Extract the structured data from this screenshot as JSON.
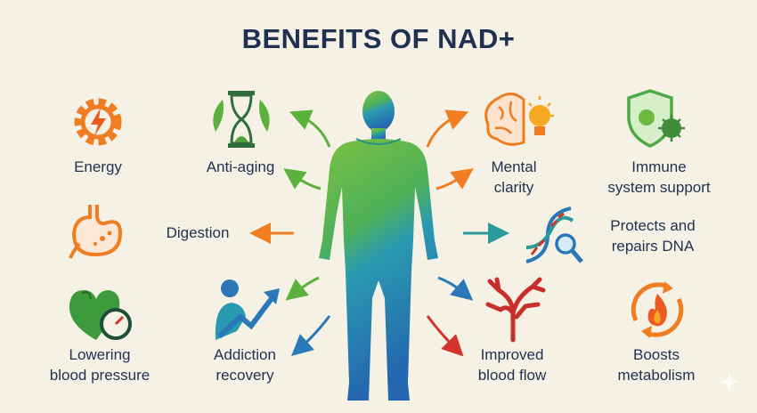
{
  "title": "BENEFITS OF NAD+",
  "benefits": [
    {
      "id": "energy",
      "lines": [
        "Energy"
      ],
      "icon": "gear-lightning-icon"
    },
    {
      "id": "anti-aging",
      "lines": [
        "Anti-aging"
      ],
      "icon": "hourglass-icon"
    },
    {
      "id": "mental-clarity",
      "lines": [
        "Mental",
        "clarity"
      ],
      "icon": "brain-lightbulb-icon"
    },
    {
      "id": "immune",
      "lines": [
        "Immune",
        "system support"
      ],
      "icon": "shield-virus-icon"
    },
    {
      "id": "digestion",
      "lines": [
        "Digestion"
      ],
      "icon": "stomach-icon"
    },
    {
      "id": "dna",
      "lines": [
        "Protects and",
        "repairs DNA"
      ],
      "icon": "dna-magnifier-icon"
    },
    {
      "id": "blood-pressure",
      "lines": [
        "Lowering",
        "blood pressure"
      ],
      "icon": "heart-gauge-icon"
    },
    {
      "id": "addiction",
      "lines": [
        "Addiction",
        "recovery"
      ],
      "icon": "person-rising-arrow-icon"
    },
    {
      "id": "blood-flow",
      "lines": [
        "Improved",
        "blood flow"
      ],
      "icon": "blood-vessels-icon"
    },
    {
      "id": "metabolism",
      "lines": [
        "Boosts",
        "metabolism"
      ],
      "icon": "flame-cycle-icon"
    }
  ],
  "colors": {
    "title": "#1f3150",
    "orange": "#ef7d22",
    "green": "#5cb13c",
    "teal": "#2a9a9a",
    "blue": "#2a78b8",
    "red": "#d2332b",
    "bg": "#f6f1e5"
  }
}
